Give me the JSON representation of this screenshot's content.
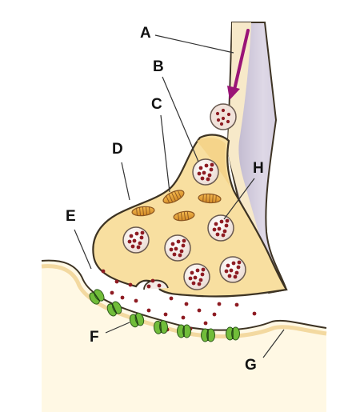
{
  "labels": {
    "A": "A",
    "B": "B",
    "C": "C",
    "D": "D",
    "E": "E",
    "F": "F",
    "G": "G",
    "H": "H"
  },
  "colors": {
    "cytoplasm": "#f8dfa0",
    "axon_sheath": "#cfc8dc",
    "outline": "#3d3323",
    "arrow": "#9a1477",
    "vesicle_fill": "#f4ebe6",
    "neurotransmitter": "#8e1b22",
    "mitochondrion": "#e6a23b",
    "receptor": "#71bd3a",
    "membrane_fill": "#fcf1d4"
  },
  "icons": {
    "flow_arrow": "downward-arrow-icon",
    "receptor": "receptor-channel-icon"
  }
}
